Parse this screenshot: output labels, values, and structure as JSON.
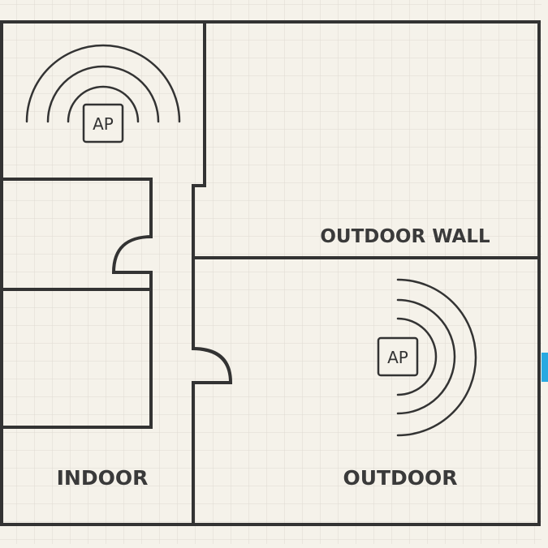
{
  "labels": {
    "indoor": "INDOOR",
    "outdoor": "OUTDOOR",
    "outdoor_wall": "OUTDOOR WALL"
  },
  "access_points": [
    {
      "label": "AP"
    },
    {
      "label": "AP"
    }
  ],
  "colors": {
    "background": "#f5f2ea",
    "grid": "#dedad2",
    "wall": "#333333",
    "edge_marker": "#29a9e1"
  }
}
